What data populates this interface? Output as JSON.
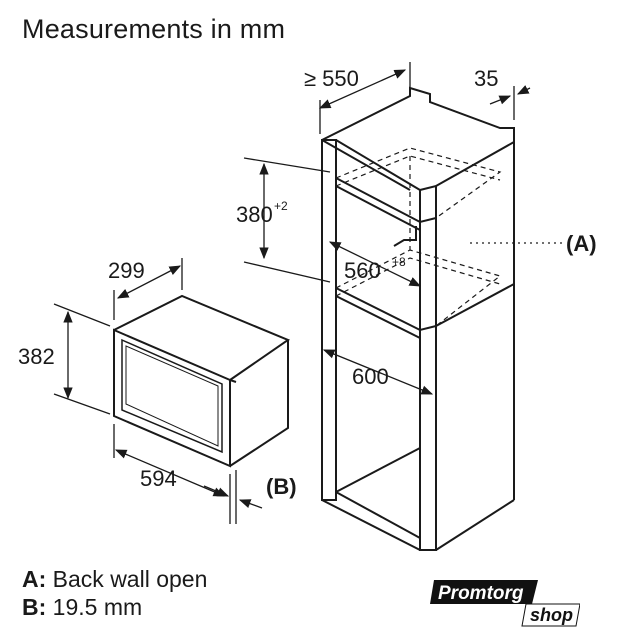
{
  "title": "Measurements in mm",
  "dimensions": {
    "niche_depth": "≥ 550",
    "gap": "35",
    "niche_height": "380",
    "niche_height_tol": "+2",
    "niche_width": "560",
    "niche_width_tol": "+8",
    "cabinet_width": "600",
    "oven_depth": "299",
    "oven_height": "382",
    "oven_width": "594"
  },
  "callouts": {
    "a": "(A)",
    "b": "(B)"
  },
  "legend": [
    {
      "key": "A:",
      "text": "Back wall open"
    },
    {
      "key": "B:",
      "text": "19.5 mm"
    }
  ],
  "logo": {
    "word1": "Promtorg",
    "word2": "shop"
  }
}
